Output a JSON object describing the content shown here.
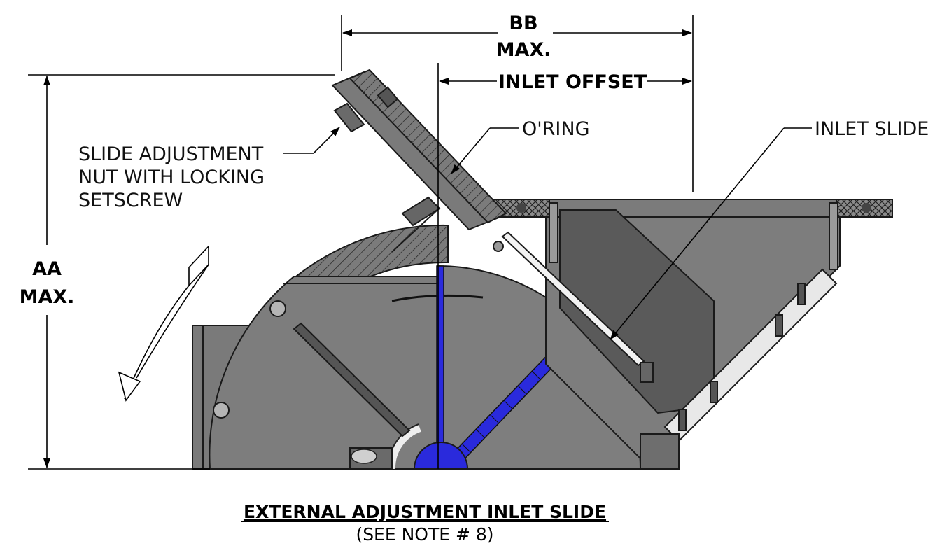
{
  "dimensions": {
    "bb_line1": "BB",
    "bb_line2": "MAX.",
    "inlet_offset": "INLET OFFSET",
    "aa_line1": "AA",
    "aa_line2": "MAX."
  },
  "callouts": {
    "oring": "O'RING",
    "inlet_slide": "INLET SLIDE",
    "slide_adjustment_line1": "SLIDE ADJUSTMENT",
    "slide_adjustment_line2": "NUT WITH LOCKING",
    "slide_adjustment_line3": "SETSCREW"
  },
  "caption": {
    "title": "EXTERNAL ADJUSTMENT INLET SLIDE",
    "subtitle": "(SEE NOTE # 8)"
  },
  "colors": {
    "body_gray": "#7b7b7b",
    "dark_gray": "#5a5a5a",
    "blue": "#2a2adc",
    "line": "#000000"
  }
}
